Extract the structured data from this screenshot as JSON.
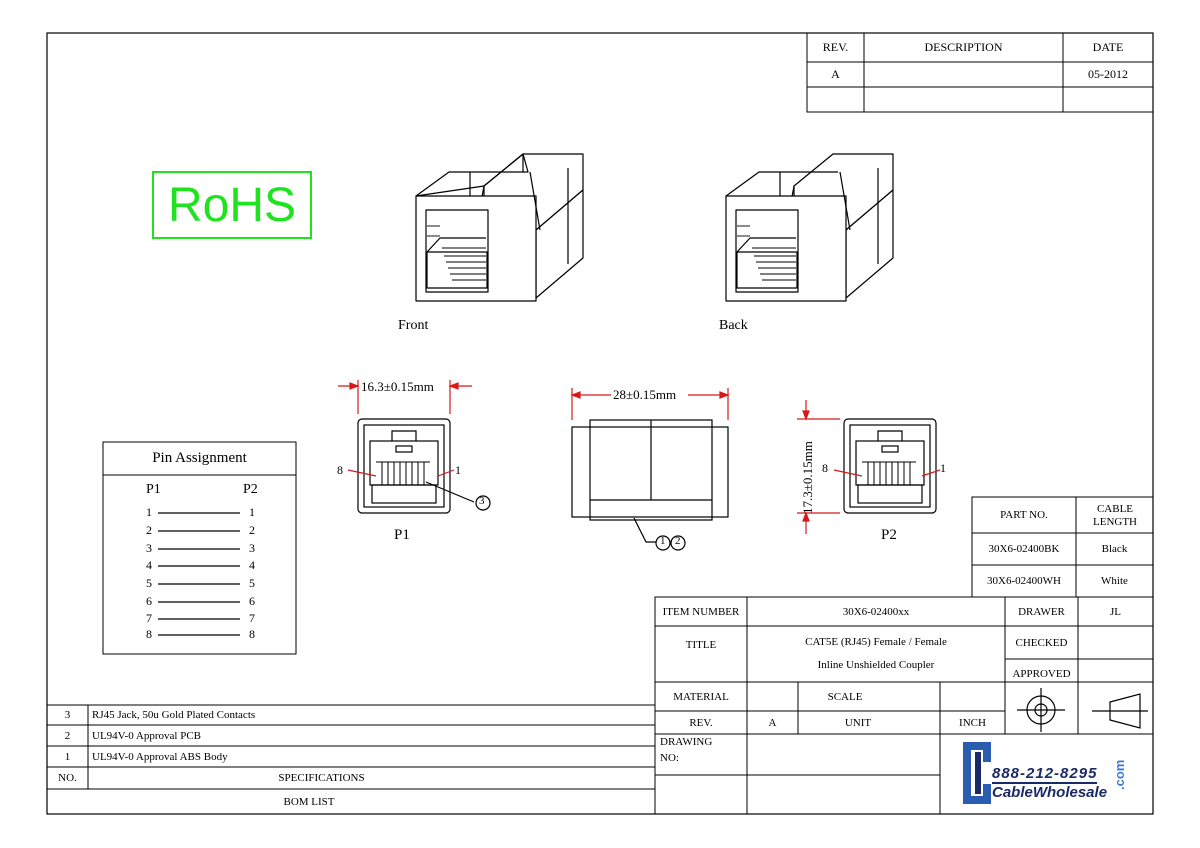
{
  "revision_table": {
    "headers": [
      "REV.",
      "DESCRIPTION",
      "DATE"
    ],
    "rows": [
      [
        "A",
        "",
        "05-2012"
      ],
      [
        "",
        "",
        ""
      ]
    ]
  },
  "rohs_mark": "RoHS",
  "views": {
    "front_label": "Front",
    "back_label": "Back"
  },
  "dimensions": {
    "p1_width": "16.3±0.15mm",
    "body_length": "28±0.15mm",
    "p2_height": "17.3±0.15mm"
  },
  "jack_labels": {
    "p1": "P1",
    "p2": "P2",
    "pin8": "8",
    "pin1": "1",
    "callout_3": "3",
    "callout_1": "1",
    "callout_2": "2"
  },
  "pin_assignment": {
    "title": "Pin Assignment",
    "left_header": "P1",
    "right_header": "P2",
    "rows": [
      [
        "1",
        "1"
      ],
      [
        "2",
        "2"
      ],
      [
        "3",
        "3"
      ],
      [
        "4",
        "4"
      ],
      [
        "5",
        "5"
      ],
      [
        "6",
        "6"
      ],
      [
        "7",
        "7"
      ],
      [
        "8",
        "8"
      ]
    ]
  },
  "bom": {
    "rows": [
      {
        "no": "3",
        "spec": "RJ45 Jack, 50u Gold Plated Contacts"
      },
      {
        "no": "2",
        "spec": "UL94V-0 Approval PCB"
      },
      {
        "no": "1",
        "spec": "UL94V-0 Approval ABS Body"
      }
    ],
    "no_header": "NO.",
    "spec_header": "SPECIFICATIONS",
    "footer": "BOM LIST"
  },
  "part_table": {
    "headers": [
      "PART NO.",
      "CABLE LENGTH"
    ],
    "rows": [
      [
        "30X6-02400BK",
        "Black"
      ],
      [
        "30X6-02400WH",
        "White"
      ]
    ]
  },
  "title_block": {
    "item_number_label": "ITEM NUMBER",
    "item_number": "30X6-02400xx",
    "title_label": "TITLE",
    "title_line1": "CAT5E (RJ45) Female / Female",
    "title_line2": "Inline Unshielded Coupler",
    "drawer_label": "DRAWER",
    "drawer": "JL",
    "checked_label": "CHECKED",
    "checked": "",
    "approved_label": "APPROVED",
    "approved": "",
    "material_label": "MATERIAL",
    "material": "",
    "scale_label": "SCALE",
    "scale": "",
    "rev_label": "REV.",
    "rev": "A",
    "unit_label": "UNIT",
    "unit": "INCH",
    "drawing_no_label_1": "DRAWING",
    "drawing_no_label_2": "NO:"
  },
  "brand": {
    "phone": "888-212-8295",
    "name": "CableWholesale",
    "dot_com": ".com"
  }
}
